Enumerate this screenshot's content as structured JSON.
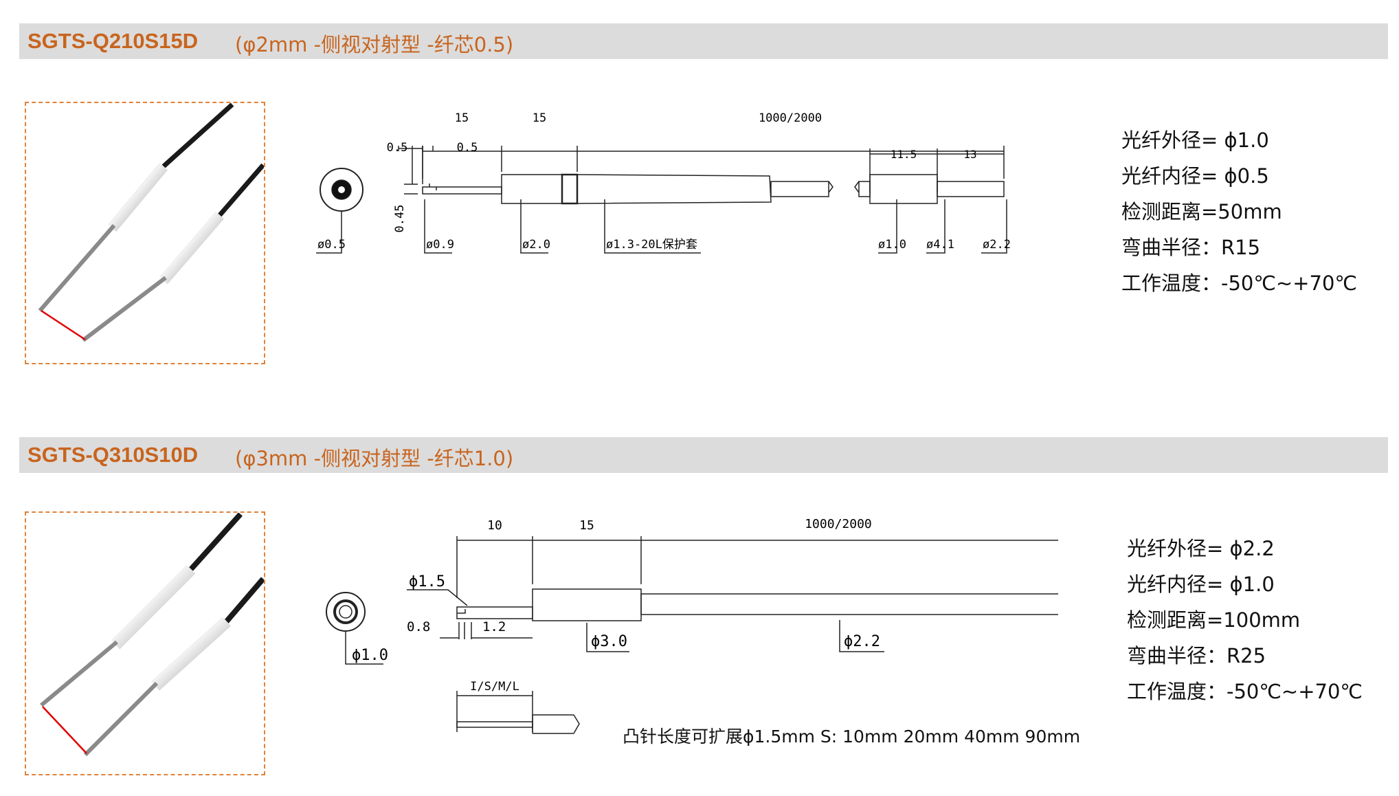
{
  "products": [
    {
      "model": "SGTS-Q210S15D",
      "desc": "(φ2mm -侧视对射型 -纤芯0.5)",
      "specs": [
        "光纤外径= ϕ1.0",
        "光纤内径= ϕ0.5",
        "检测距离=50mm",
        "弯曲半径：R15",
        "工作温度：-50℃~+70℃"
      ],
      "dims": {
        "d1": "15",
        "d2": "15",
        "d3": "1000/2000",
        "d4": "0.5",
        "d5": "0.5",
        "d6": "0.45",
        "d7": "11.5",
        "d8": "13",
        "p1": "ø0.5",
        "p2": "ø0.9",
        "p3": "ø2.0",
        "p4": "ø1.3-20L保护套",
        "p5": "ø1.0",
        "p6": "ø4.1",
        "p7": "ø2.2"
      }
    },
    {
      "model": "SGTS-Q310S10D",
      "desc": "(φ3mm -侧视对射型 -纤芯1.0)",
      "specs": [
        "光纤外径= ϕ2.2",
        "光纤内径= ϕ1.0",
        "检测距离=100mm",
        "弯曲半径：R25",
        "工作温度：-50℃~+70℃"
      ],
      "dims": {
        "d1": "10",
        "d2": "15",
        "d3": "1000/2000",
        "p0": "ϕ1.5",
        "d4": "0.8",
        "d5": "1.2",
        "p1": "ϕ1.0",
        "p2": "ϕ3.0",
        "p3": "ϕ2.2",
        "d6": "I/S/M/L"
      },
      "note": "凸针长度可扩展ϕ1.5mm   S: 10mm  20mm  40mm  90mm"
    }
  ],
  "colors": {
    "accent": "#c8641e",
    "header_bg": "#dcdcdc",
    "border": "#e0823a",
    "beam": "#e00000"
  }
}
